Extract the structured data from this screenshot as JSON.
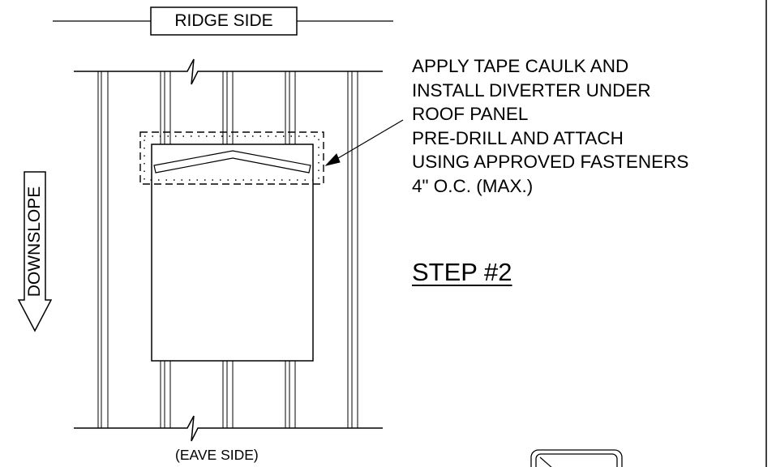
{
  "labels": {
    "ridge_side": "RIDGE SIDE",
    "eave_side": "(EAVE SIDE)",
    "downslope": "DOWNSLOPE",
    "step": "STEP #2"
  },
  "note_lines": [
    "APPLY TAPE CAULK AND",
    "INSTALL DIVERTER UNDER",
    "ROOF PANEL",
    "PRE-DRILL AND ATTACH",
    "USING APPROVED FASTENERS",
    "4\" O.C. (MAX.)"
  ],
  "colors": {
    "line": "#000000",
    "background": "#ffffff"
  }
}
